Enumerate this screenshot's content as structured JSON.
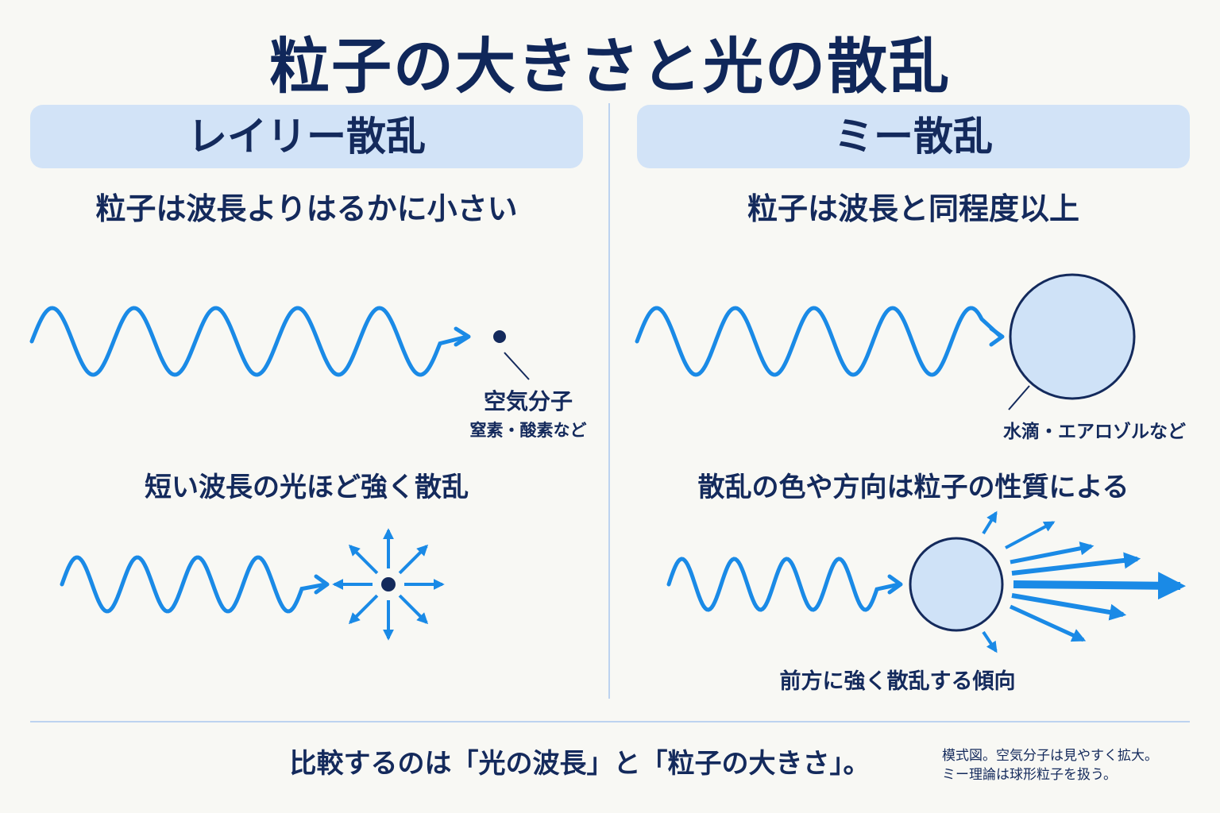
{
  "title": "粒子の大きさと光の散乱",
  "left": {
    "header": "レイリー散乱",
    "subtitle": "粒子は波長よりはるかに小さい",
    "particle_label": "空気分子",
    "particle_sublabel": "窒素・酸素など",
    "effect_caption": "短い波長の光ほど強く散乱"
  },
  "right": {
    "header": "ミー散乱",
    "subtitle": "粒子は波長と同程度以上",
    "particle_label": "水滴・エアロゾルなど",
    "effect_caption": "散乱の色や方向は粒子の性質による",
    "forward_caption": "前方に強く散乱する傾向"
  },
  "footer": {
    "main": "比較するのは「光の波長」と「粒子の大きさ」。",
    "note_line1": "模式図。空気分子は見やすく拡大。",
    "note_line2": "ミー理論は球形粒子を扱う。"
  },
  "colors": {
    "wave": "#1a8ae6",
    "navy": "#142a5c",
    "header_bg": "#d2e3f7",
    "droplet_fill": "#cfe2f7"
  }
}
